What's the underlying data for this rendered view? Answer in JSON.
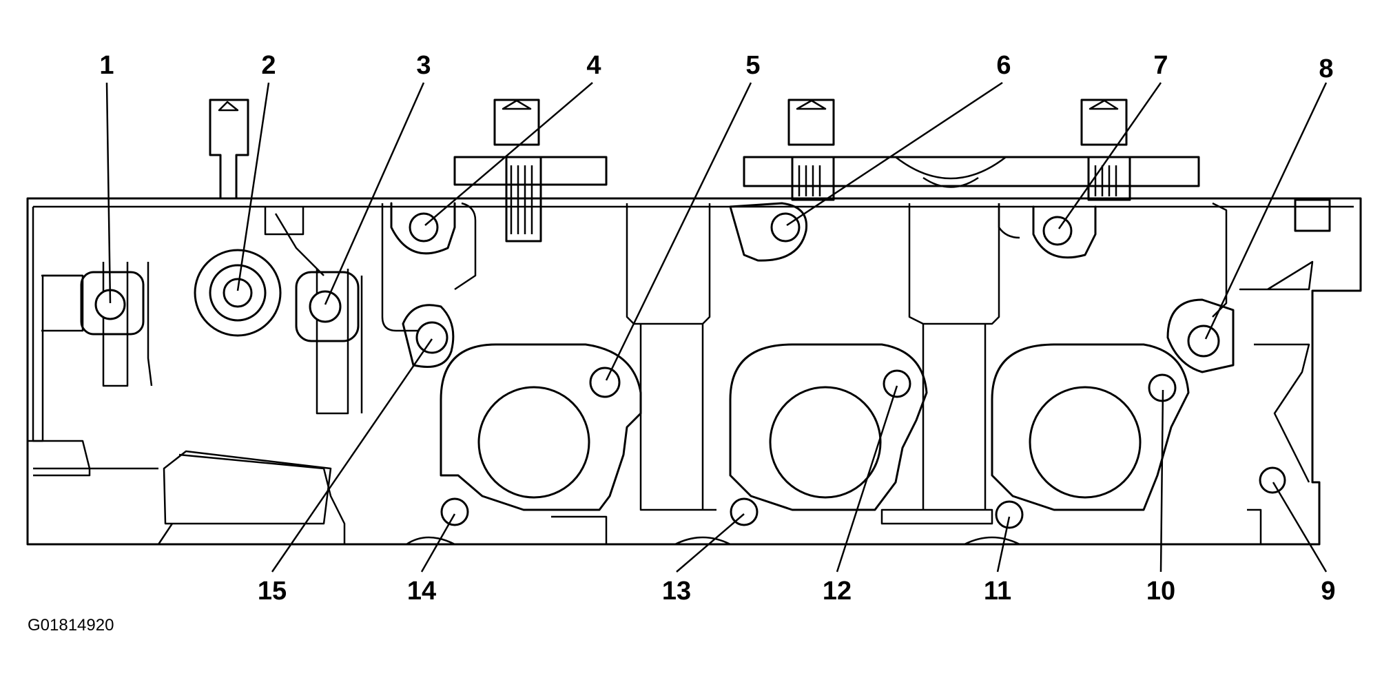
{
  "figure_id": "G01814920",
  "callouts": [
    {
      "num": "1",
      "group": "top"
    },
    {
      "num": "2",
      "group": "top"
    },
    {
      "num": "3",
      "group": "top"
    },
    {
      "num": "4",
      "group": "top"
    },
    {
      "num": "5",
      "group": "top"
    },
    {
      "num": "6",
      "group": "top"
    },
    {
      "num": "7",
      "group": "top"
    },
    {
      "num": "8",
      "group": "top"
    },
    {
      "num": "9",
      "group": "bottom"
    },
    {
      "num": "10",
      "group": "bottom"
    },
    {
      "num": "11",
      "group": "bottom"
    },
    {
      "num": "12",
      "group": "bottom"
    },
    {
      "num": "13",
      "group": "bottom"
    },
    {
      "num": "14",
      "group": "bottom"
    },
    {
      "num": "15",
      "group": "bottom"
    }
  ]
}
